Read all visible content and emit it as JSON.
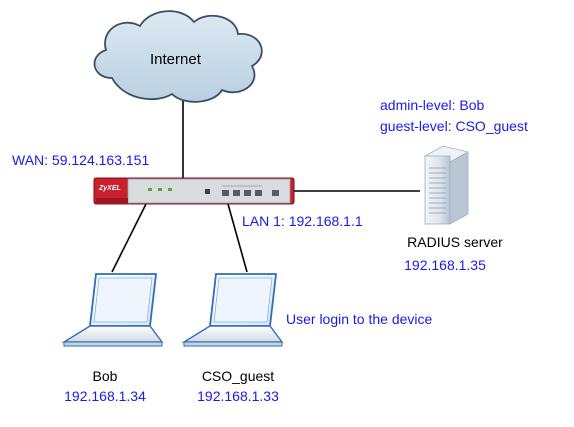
{
  "diagram": {
    "cloud_label": "Internet",
    "wan_label": "WAN: 59.124.163.151",
    "lan_label": "LAN 1:  192.168.1.1",
    "device_brand": "ZyXEL",
    "radius": {
      "admin_level": "admin-level: Bob",
      "guest_level": "guest-level: CSO_guest",
      "name": "RADIUS server",
      "ip": "192.168.1.35"
    },
    "login_note": "User login to the device",
    "clients": [
      {
        "name": "Bob",
        "ip": "192.168.1.34"
      },
      {
        "name": "CSO_guest",
        "ip": "192.168.1.33"
      }
    ],
    "colors": {
      "label_blue": "#1a1ae6",
      "cloud_fill": "#c9dcea",
      "cloud_stroke": "#3a4f66",
      "device_red": "#c8202c",
      "device_silver": "#d8dcdf",
      "laptop_screen": "#e8f1fa",
      "link_line": "#000000"
    }
  }
}
